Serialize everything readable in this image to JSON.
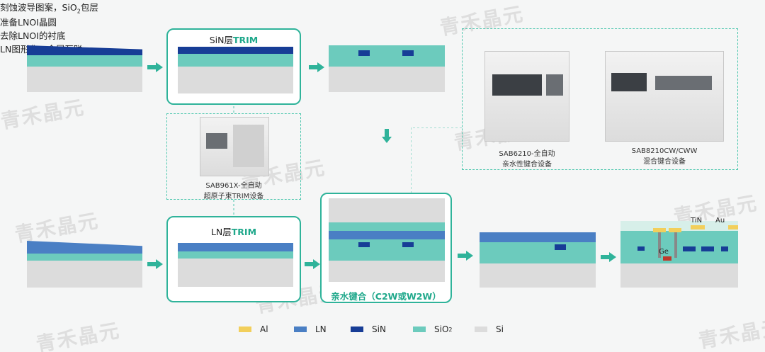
{
  "labels": {
    "prep": "准备LNOI晶圆",
    "sin_trim_prefix": "SiN层",
    "sin_trim_accent": "TRIM",
    "etch_prefix": "刻蚀波导图案，SiO",
    "etch_sub": "2",
    "etch_suffix": "包层",
    "ln_trim_prefix": "LN层",
    "ln_trim_accent": "TRIM",
    "bond": "亲水键合（C2W或W2W）",
    "remove": "去除LNOI的衬底",
    "final": "LN图形化、金属互联",
    "tin": "TiN",
    "au": "Au",
    "ge": "Ge"
  },
  "equipment": {
    "sab961x_line1": "SAB961X-全自动",
    "sab961x_line2": "超原子束TRIM设备",
    "sab6210_line1": "SAB6210-全自动",
    "sab6210_line2": "亲水性键合设备",
    "sab8210_line1": "SAB8210CW/CWW",
    "sab8210_line2": "混合键合设备"
  },
  "legend": [
    {
      "label": "Al",
      "color": "#f2cf5b"
    },
    {
      "label": "LN",
      "color": "#4a7fc4"
    },
    {
      "label": "SiN",
      "color": "#173d96"
    },
    {
      "label": "SiO",
      "sub": "2",
      "color": "#6ccbbd"
    },
    {
      "label": "Si",
      "color": "#dcdcdc"
    }
  ],
  "watermark": "青禾晶元",
  "colors": {
    "accent": "#2fb39a",
    "si": "#dcdcdc",
    "sio2": "#6ccbbd",
    "ln": "#4a7fc4",
    "sin": "#173d96",
    "al": "#f2cf5b"
  }
}
